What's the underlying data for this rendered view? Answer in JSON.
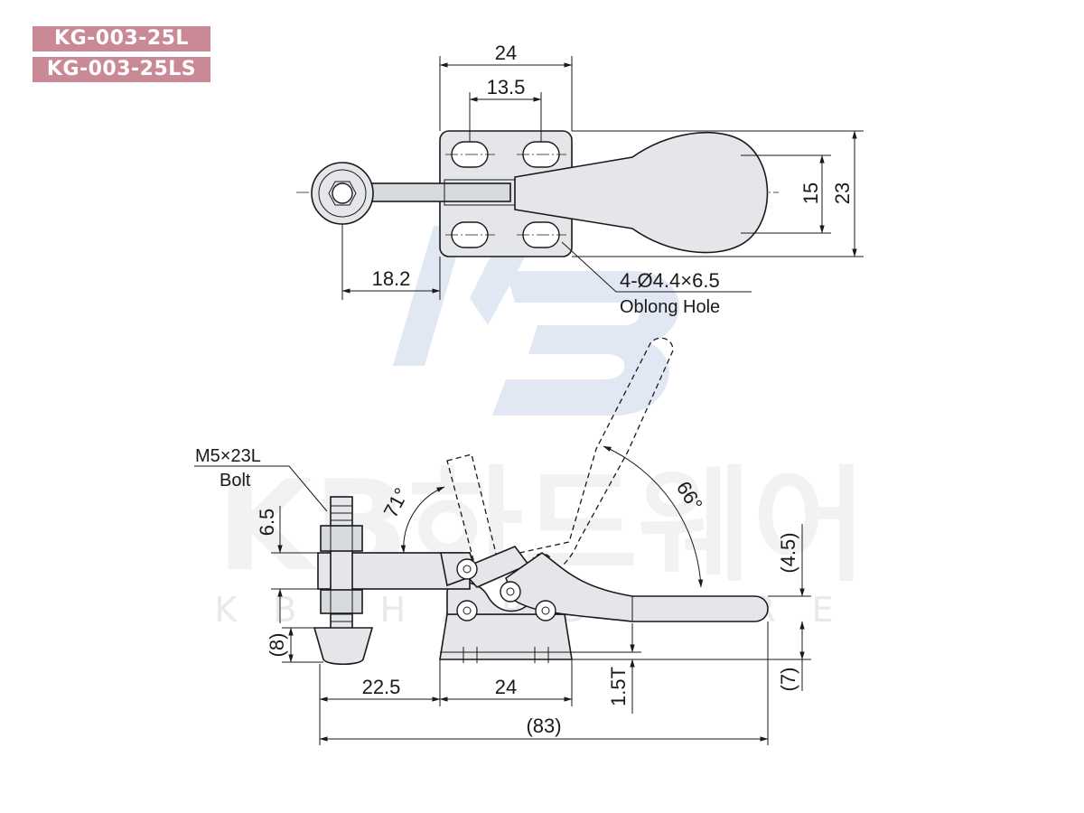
{
  "models": [
    "KG-003-25L",
    "KG-003-25LS"
  ],
  "top_view": {
    "dim_width": "24",
    "dim_hole_pitch_x": "13.5",
    "dim_handle_width": "15",
    "dim_overall_height": "23",
    "dim_offset": "18.2",
    "hole_callout": "4-Ø4.4×6.5",
    "hole_type": "Oblong Hole"
  },
  "side_view": {
    "bolt_spec": "M5×23L",
    "bolt_label": "Bolt",
    "dim_thread": "6.5",
    "dim_spindle": "(8)",
    "dim_reach": "22.5",
    "dim_base": "24",
    "dim_total": "(83)",
    "dim_thickness": "1.5T",
    "dim_handle_top": "(4.5)",
    "dim_handle_bottom": "(7)",
    "angle_bar": "71°",
    "angle_handle": "66°"
  },
  "watermark": {
    "logo_letters": "KB",
    "korean": "KB하드웨어",
    "english": "KB HARDWARE"
  },
  "colors": {
    "tag_background": "#c98a95",
    "part_fill": "#e4e6ea",
    "watermark": "#c9d6ea"
  }
}
